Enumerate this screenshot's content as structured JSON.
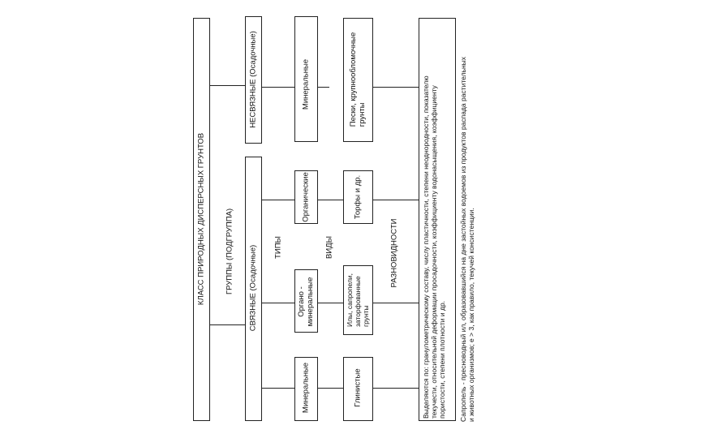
{
  "diagram": {
    "class_title": "КЛАСС ПРИРОДНЫХ ДИСПЕРСНЫХ ГРУНТОВ",
    "groups_label": "ГРУППЫ    (ПОДГРУППА)",
    "group_cohesive": "СВЯЗНЫЕ   (Осадочные)",
    "group_noncohesive": "НЕСВЯЗНЫЕ  (Осадочные)",
    "types_label": "ТИПЫ",
    "type_mineral_1": "Минеральные",
    "type_organomineral": "Органо -\nминеральные",
    "type_organic": "Органические",
    "type_mineral_2": "Минеральные",
    "kinds_label": "ВИДЫ",
    "kind_clay": "Глинистые",
    "kind_silts": "Илы, сапропели,\nзаторфованные\nгрунты",
    "kind_peat": "Торфы  и  др.",
    "kind_sands": "Пески, крупнообломочные\nгрунты",
    "varieties_label": "РАЗНОВИДНОСТИ",
    "varieties_text": "Выделяются по: гранулометрическому составу, числу пластичности, степени неоднородности, показателю\nтекучести, относительной деформации просадочности, коэффициенту водонасыщения, коэффициенту\nпористости, степени плотности и др.",
    "footnote": "Сапропель - пресноводный ил, образовавшийся на дне застойных водоемов из продуктов распада растительных\nи животных организмов; е > 3, как правило, текучей консистенции."
  }
}
